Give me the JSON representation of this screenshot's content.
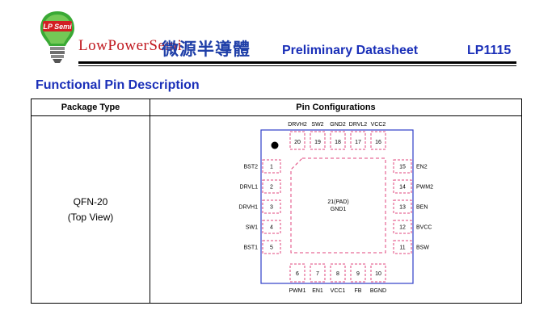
{
  "header": {
    "logo_badge_text": "LP Semi",
    "company_name": "LowPowerSemi",
    "company_name_cn": "微源半導體",
    "doc_title": "Preliminary Datasheet",
    "part_number": "LP1115",
    "colors": {
      "brand_red": "#c0181f",
      "brand_blue": "#1a2fb8",
      "logo_green": "#3aa935"
    }
  },
  "section": {
    "title": "Functional Pin Description"
  },
  "table": {
    "headers": [
      "Package Type",
      "Pin Configurations"
    ],
    "package_name": "QFN-20",
    "package_view": "(Top View)"
  },
  "ic": {
    "pad_label_1": "21(PAD)",
    "pad_label_2": "GND1",
    "colors": {
      "outline": "#2e3ec8",
      "pin_dash": "#e0457c"
    },
    "top_pins": [
      {
        "num": "20",
        "name": "DRVH2"
      },
      {
        "num": "19",
        "name": "SW2"
      },
      {
        "num": "18",
        "name": "GND2"
      },
      {
        "num": "17",
        "name": "DRVL2"
      },
      {
        "num": "16",
        "name": "VCC2"
      }
    ],
    "left_pins": [
      {
        "num": "1",
        "name": "BST2"
      },
      {
        "num": "2",
        "name": "DRVL1"
      },
      {
        "num": "3",
        "name": "DRVH1"
      },
      {
        "num": "4",
        "name": "SW1"
      },
      {
        "num": "5",
        "name": "BST1"
      }
    ],
    "right_pins": [
      {
        "num": "15",
        "name": "EN2"
      },
      {
        "num": "14",
        "name": "PWM2"
      },
      {
        "num": "13",
        "name": "BEN"
      },
      {
        "num": "12",
        "name": "BVCC"
      },
      {
        "num": "11",
        "name": "BSW"
      }
    ],
    "bottom_pins": [
      {
        "num": "6",
        "name": "PWM1"
      },
      {
        "num": "7",
        "name": "EN1"
      },
      {
        "num": "8",
        "name": "VCC1"
      },
      {
        "num": "9",
        "name": "FB"
      },
      {
        "num": "10",
        "name": "BGND"
      }
    ]
  }
}
